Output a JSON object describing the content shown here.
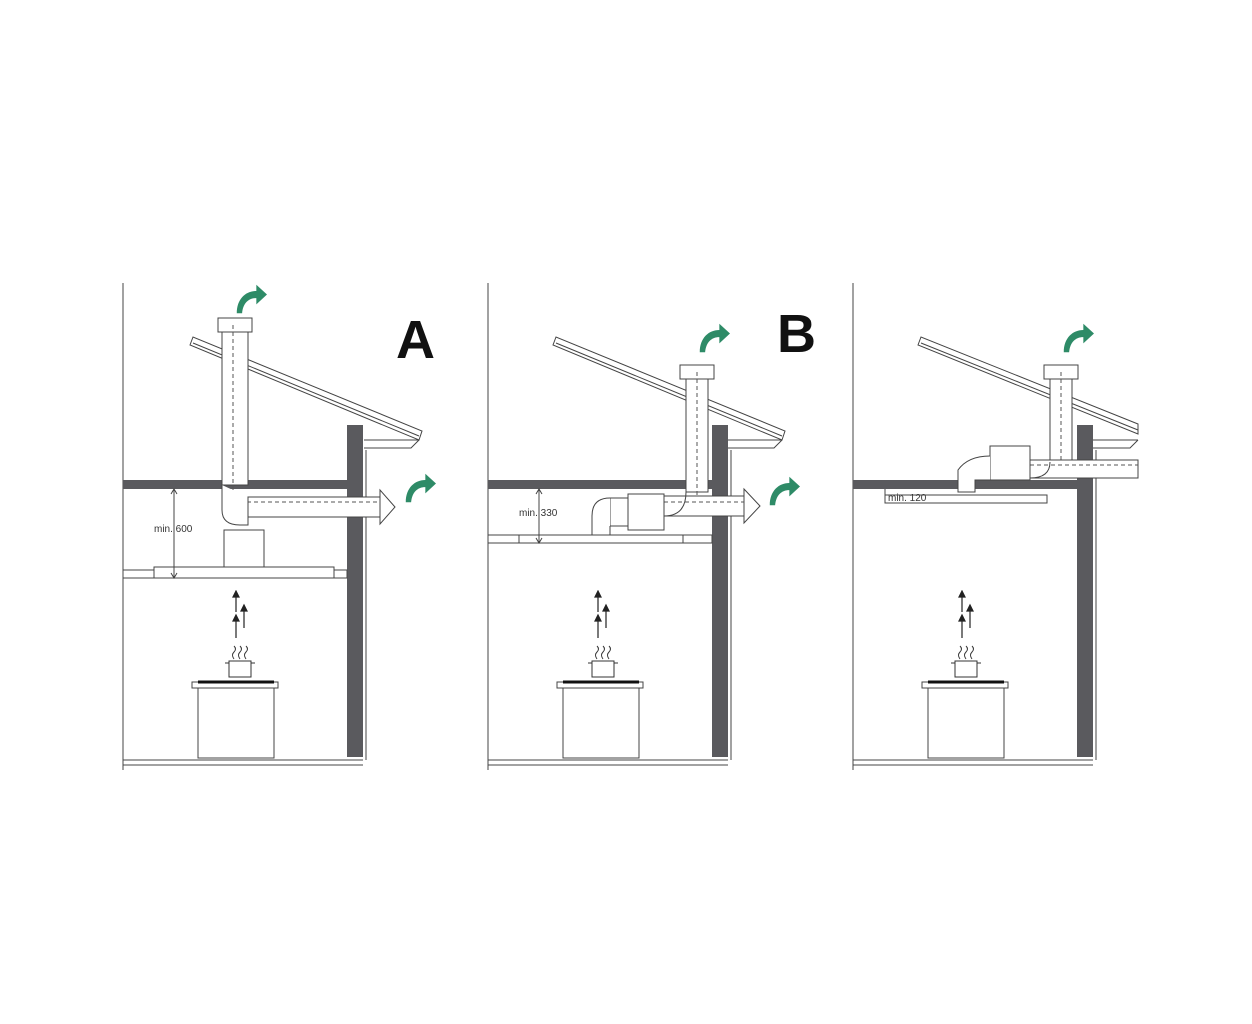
{
  "panels": [
    {
      "id": "A",
      "letter": "A",
      "dimension_label": "min. 600"
    },
    {
      "id": "B",
      "letter": "B",
      "dimension_label": "min. 330"
    },
    {
      "id": "C",
      "letter": "",
      "dimension_label": "min. 120"
    }
  ],
  "colors": {
    "wall": "#5a5a5e",
    "line": "#444444",
    "airflow_arrow": "#2e8b67"
  }
}
